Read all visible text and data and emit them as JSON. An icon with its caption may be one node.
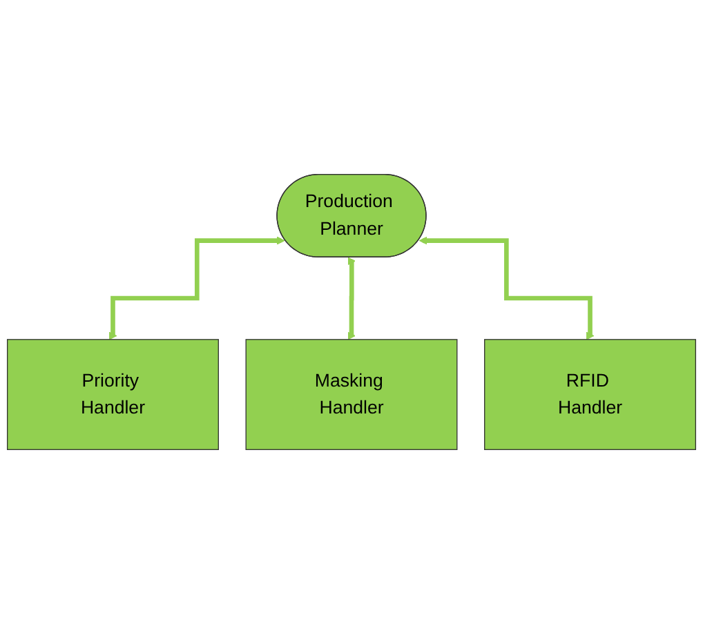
{
  "diagram": {
    "nodes": [
      {
        "text": [
          "Production Planner"
        ]
      },
      {
        "text": [
          "Priority Handler"
        ]
      },
      {
        "text": [
          "Masking Handler"
        ]
      },
      {
        "text": [
          "RFID Handler"
        ]
      }
    ],
    "edges": [
      {
        "from": 0,
        "to": 1,
        "arrow": "both"
      },
      {
        "from": 0,
        "to": 2,
        "arrow": "both"
      },
      {
        "from": 0,
        "to": 3,
        "arrow": "both"
      }
    ]
  }
}
